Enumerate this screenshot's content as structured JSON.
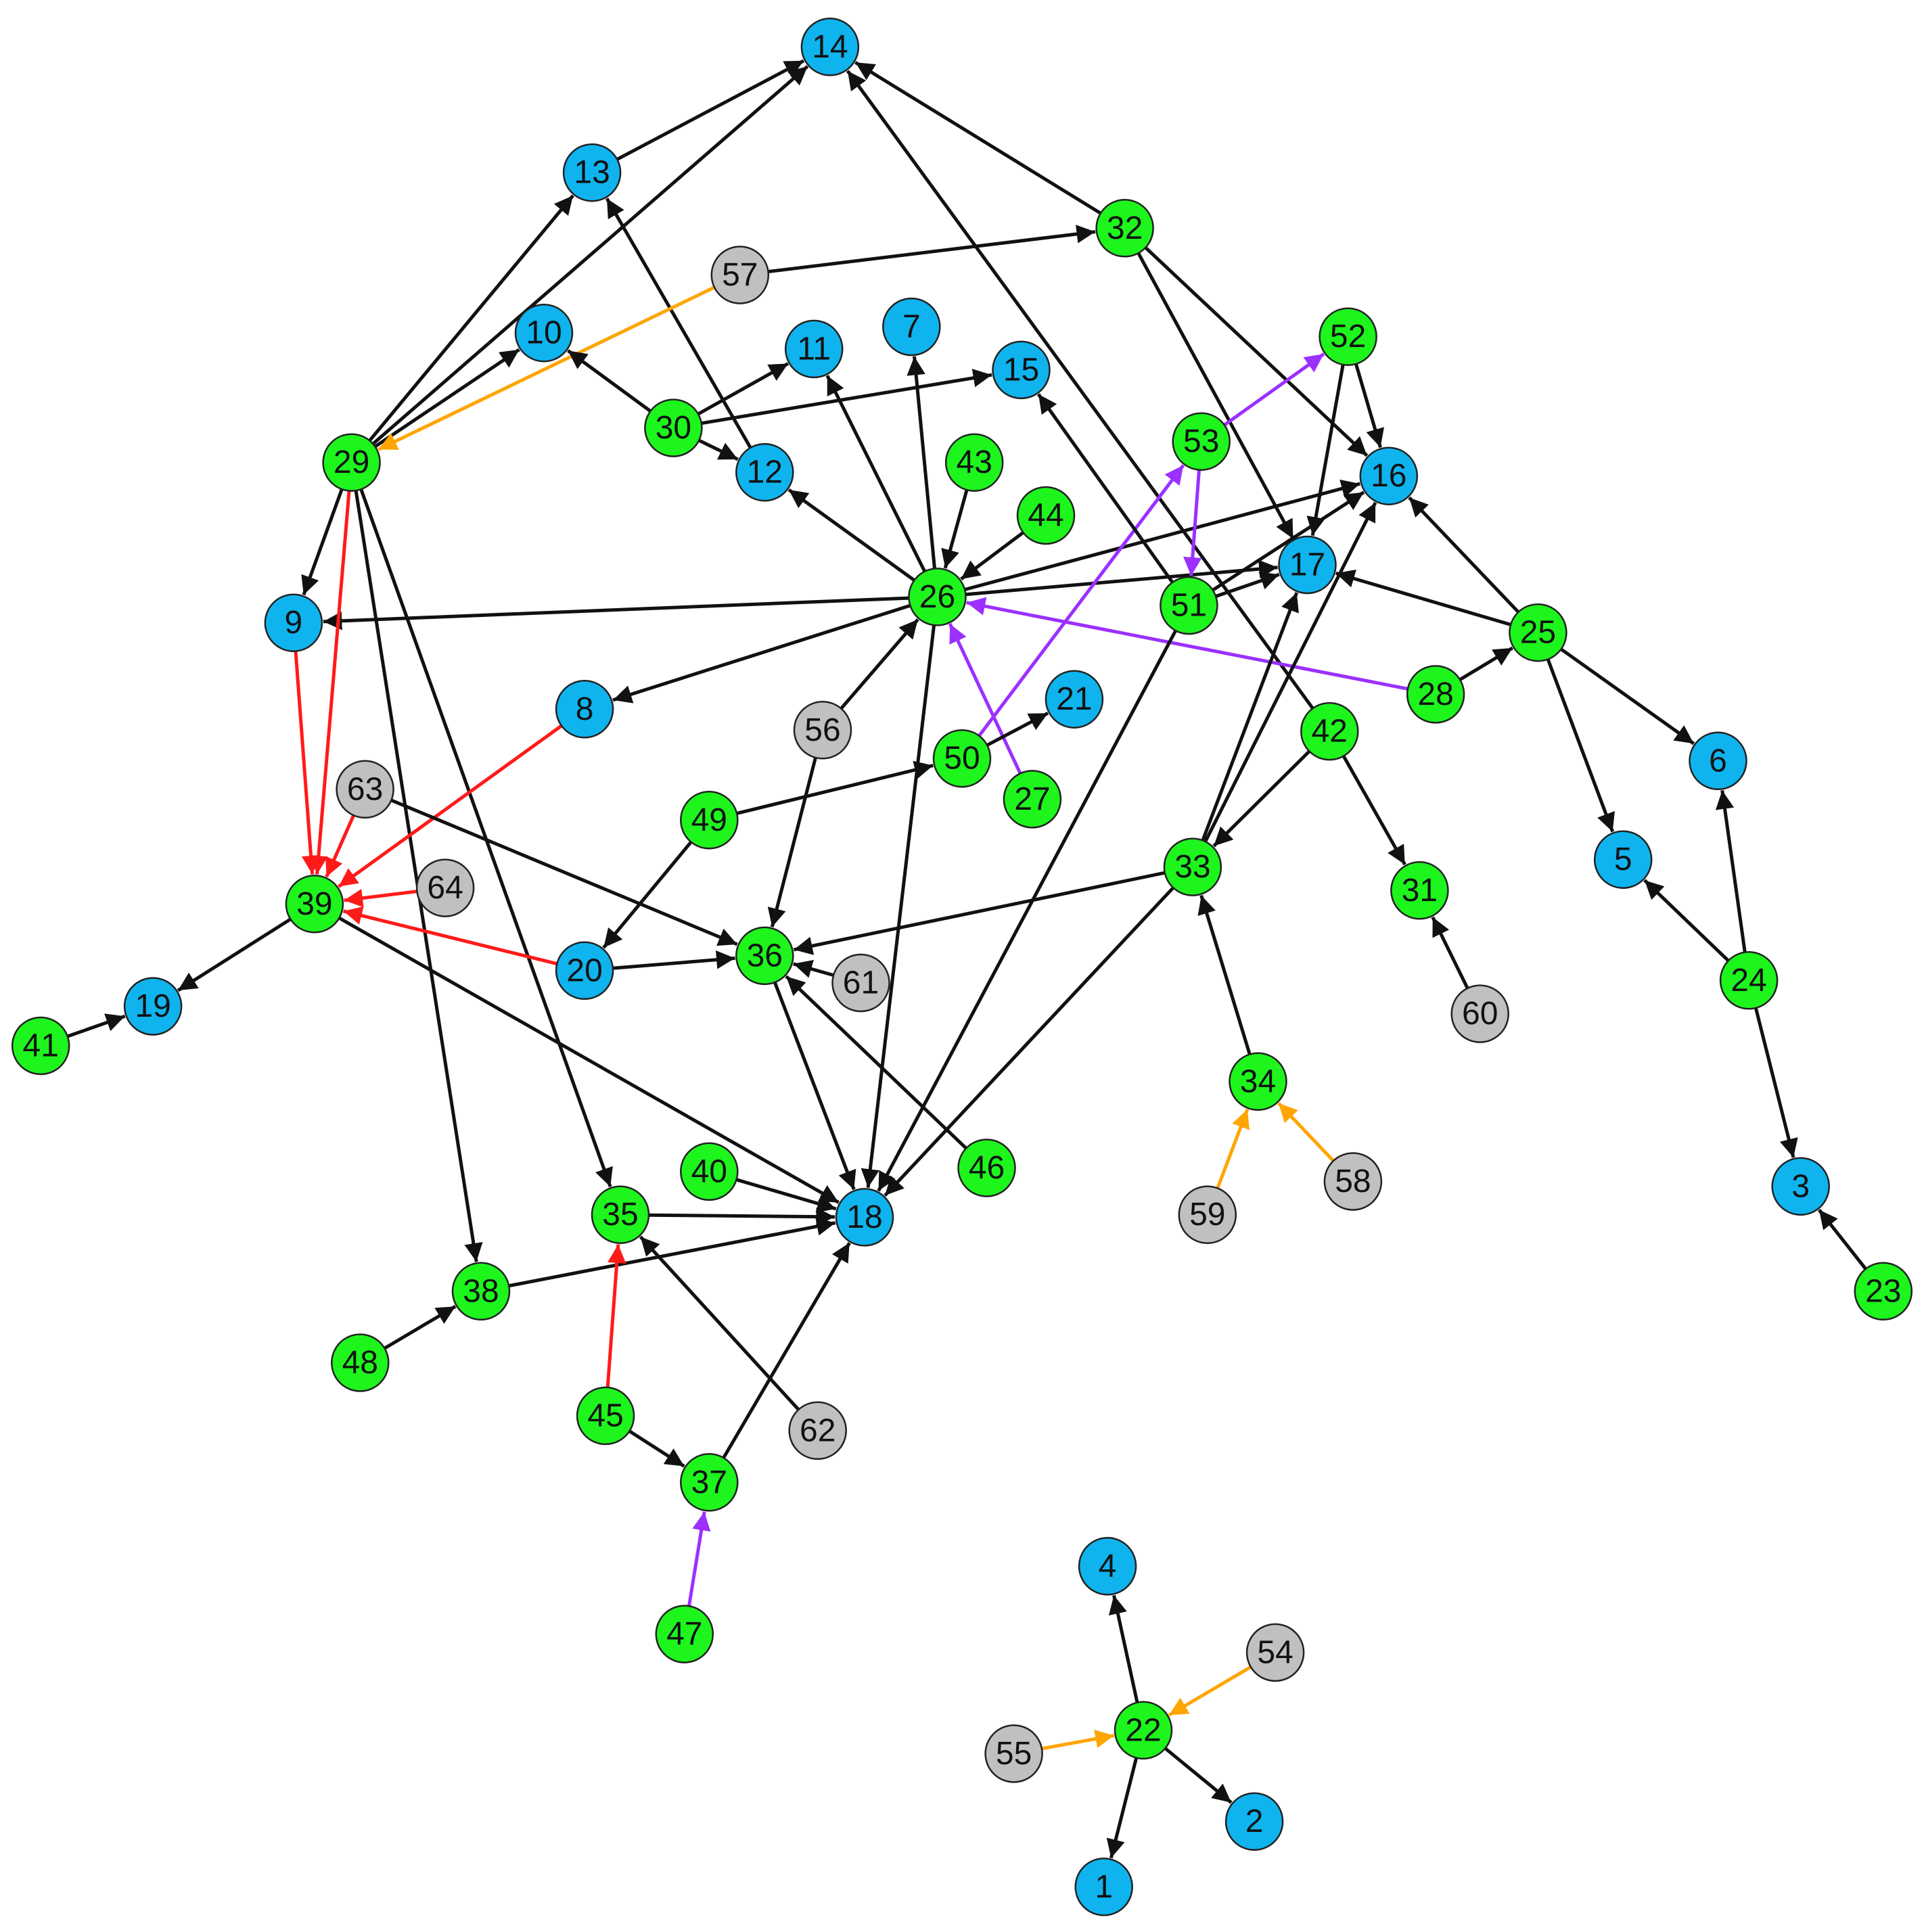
{
  "colors": {
    "group_green": "#1df51d",
    "group_blue": "#0fb4ef",
    "group_gray": "#c0c0c0",
    "edge_black": "#111111",
    "edge_red": "#ff1a1a",
    "edge_orange": "#ffa500",
    "edge_purple": "#9b30ff",
    "node_stroke": "#222222"
  },
  "nodes": [
    {
      "id": "1",
      "group": "blue"
    },
    {
      "id": "2",
      "group": "blue"
    },
    {
      "id": "3",
      "group": "blue"
    },
    {
      "id": "4",
      "group": "blue"
    },
    {
      "id": "5",
      "group": "blue"
    },
    {
      "id": "6",
      "group": "blue"
    },
    {
      "id": "7",
      "group": "blue"
    },
    {
      "id": "8",
      "group": "blue"
    },
    {
      "id": "9",
      "group": "blue"
    },
    {
      "id": "10",
      "group": "blue"
    },
    {
      "id": "11",
      "group": "blue"
    },
    {
      "id": "12",
      "group": "blue"
    },
    {
      "id": "13",
      "group": "blue"
    },
    {
      "id": "14",
      "group": "blue"
    },
    {
      "id": "15",
      "group": "blue"
    },
    {
      "id": "16",
      "group": "blue"
    },
    {
      "id": "17",
      "group": "blue"
    },
    {
      "id": "18",
      "group": "blue"
    },
    {
      "id": "19",
      "group": "blue"
    },
    {
      "id": "20",
      "group": "blue"
    },
    {
      "id": "21",
      "group": "blue"
    },
    {
      "id": "22",
      "group": "green"
    },
    {
      "id": "23",
      "group": "green"
    },
    {
      "id": "24",
      "group": "green"
    },
    {
      "id": "25",
      "group": "green"
    },
    {
      "id": "26",
      "group": "green"
    },
    {
      "id": "27",
      "group": "green"
    },
    {
      "id": "28",
      "group": "green"
    },
    {
      "id": "29",
      "group": "green"
    },
    {
      "id": "30",
      "group": "green"
    },
    {
      "id": "31",
      "group": "green"
    },
    {
      "id": "32",
      "group": "green"
    },
    {
      "id": "33",
      "group": "green"
    },
    {
      "id": "34",
      "group": "green"
    },
    {
      "id": "35",
      "group": "green"
    },
    {
      "id": "36",
      "group": "green"
    },
    {
      "id": "37",
      "group": "green"
    },
    {
      "id": "38",
      "group": "green"
    },
    {
      "id": "39",
      "group": "green"
    },
    {
      "id": "40",
      "group": "green"
    },
    {
      "id": "41",
      "group": "green"
    },
    {
      "id": "42",
      "group": "green"
    },
    {
      "id": "43",
      "group": "green"
    },
    {
      "id": "44",
      "group": "green"
    },
    {
      "id": "45",
      "group": "green"
    },
    {
      "id": "46",
      "group": "green"
    },
    {
      "id": "47",
      "group": "green"
    },
    {
      "id": "48",
      "group": "green"
    },
    {
      "id": "49",
      "group": "green"
    },
    {
      "id": "50",
      "group": "green"
    },
    {
      "id": "51",
      "group": "green"
    },
    {
      "id": "52",
      "group": "green"
    },
    {
      "id": "53",
      "group": "green"
    },
    {
      "id": "54",
      "group": "gray"
    },
    {
      "id": "55",
      "group": "gray"
    },
    {
      "id": "56",
      "group": "gray"
    },
    {
      "id": "57",
      "group": "gray"
    },
    {
      "id": "58",
      "group": "gray"
    },
    {
      "id": "59",
      "group": "gray"
    },
    {
      "id": "60",
      "group": "gray"
    },
    {
      "id": "61",
      "group": "gray"
    },
    {
      "id": "62",
      "group": "gray"
    },
    {
      "id": "63",
      "group": "gray"
    },
    {
      "id": "64",
      "group": "gray"
    }
  ],
  "edges": [
    {
      "from": "13",
      "to": "14",
      "color": "black"
    },
    {
      "from": "32",
      "to": "14",
      "color": "black"
    },
    {
      "from": "29",
      "to": "14",
      "color": "black"
    },
    {
      "from": "42",
      "to": "14",
      "color": "black"
    },
    {
      "from": "29",
      "to": "13",
      "color": "black"
    },
    {
      "from": "12",
      "to": "13",
      "color": "black"
    },
    {
      "from": "29",
      "to": "10",
      "color": "black"
    },
    {
      "from": "57",
      "to": "32",
      "color": "black"
    },
    {
      "from": "57",
      "to": "29",
      "color": "orange"
    },
    {
      "from": "30",
      "to": "10",
      "color": "black"
    },
    {
      "from": "30",
      "to": "11",
      "color": "black"
    },
    {
      "from": "30",
      "to": "15",
      "color": "black"
    },
    {
      "from": "30",
      "to": "12",
      "color": "black"
    },
    {
      "from": "26",
      "to": "7",
      "color": "black"
    },
    {
      "from": "26",
      "to": "11",
      "color": "black"
    },
    {
      "from": "26",
      "to": "12",
      "color": "black"
    },
    {
      "from": "26",
      "to": "16",
      "color": "black"
    },
    {
      "from": "26",
      "to": "17",
      "color": "black"
    },
    {
      "from": "26",
      "to": "9",
      "color": "black"
    },
    {
      "from": "26",
      "to": "8",
      "color": "black"
    },
    {
      "from": "26",
      "to": "18",
      "color": "black"
    },
    {
      "from": "43",
      "to": "26",
      "color": "black"
    },
    {
      "from": "44",
      "to": "26",
      "color": "black"
    },
    {
      "from": "56",
      "to": "26",
      "color": "black"
    },
    {
      "from": "56",
      "to": "36",
      "color": "black"
    },
    {
      "from": "27",
      "to": "26",
      "color": "purple"
    },
    {
      "from": "28",
      "to": "26",
      "color": "purple"
    },
    {
      "from": "28",
      "to": "25",
      "color": "black"
    },
    {
      "from": "32",
      "to": "16",
      "color": "black"
    },
    {
      "from": "32",
      "to": "17",
      "color": "black"
    },
    {
      "from": "52",
      "to": "16",
      "color": "black"
    },
    {
      "from": "52",
      "to": "17",
      "color": "black"
    },
    {
      "from": "53",
      "to": "52",
      "color": "purple"
    },
    {
      "from": "53",
      "to": "51",
      "color": "purple"
    },
    {
      "from": "50",
      "to": "53",
      "color": "purple"
    },
    {
      "from": "51",
      "to": "15",
      "color": "black"
    },
    {
      "from": "51",
      "to": "16",
      "color": "black"
    },
    {
      "from": "51",
      "to": "17",
      "color": "black"
    },
    {
      "from": "51",
      "to": "18",
      "color": "black"
    },
    {
      "from": "25",
      "to": "16",
      "color": "black"
    },
    {
      "from": "25",
      "to": "17",
      "color": "black"
    },
    {
      "from": "25",
      "to": "6",
      "color": "black"
    },
    {
      "from": "25",
      "to": "5",
      "color": "black"
    },
    {
      "from": "24",
      "to": "5",
      "color": "black"
    },
    {
      "from": "24",
      "to": "6",
      "color": "black"
    },
    {
      "from": "24",
      "to": "3",
      "color": "black"
    },
    {
      "from": "23",
      "to": "3",
      "color": "black"
    },
    {
      "from": "42",
      "to": "33",
      "color": "black"
    },
    {
      "from": "42",
      "to": "31",
      "color": "black"
    },
    {
      "from": "60",
      "to": "31",
      "color": "black"
    },
    {
      "from": "33",
      "to": "17",
      "color": "black"
    },
    {
      "from": "33",
      "to": "16",
      "color": "black"
    },
    {
      "from": "33",
      "to": "36",
      "color": "black"
    },
    {
      "from": "33",
      "to": "18",
      "color": "black"
    },
    {
      "from": "34",
      "to": "33",
      "color": "black"
    },
    {
      "from": "59",
      "to": "34",
      "color": "orange"
    },
    {
      "from": "58",
      "to": "34",
      "color": "orange"
    },
    {
      "from": "50",
      "to": "21",
      "color": "black"
    },
    {
      "from": "49",
      "to": "50",
      "color": "black"
    },
    {
      "from": "49",
      "to": "20",
      "color": "black"
    },
    {
      "from": "29",
      "to": "9",
      "color": "black"
    },
    {
      "from": "29",
      "to": "39",
      "color": "red"
    },
    {
      "from": "29",
      "to": "38",
      "color": "black"
    },
    {
      "from": "29",
      "to": "35",
      "color": "black"
    },
    {
      "from": "9",
      "to": "39",
      "color": "red"
    },
    {
      "from": "8",
      "to": "39",
      "color": "red"
    },
    {
      "from": "63",
      "to": "39",
      "color": "red"
    },
    {
      "from": "64",
      "to": "39",
      "color": "red"
    },
    {
      "from": "20",
      "to": "39",
      "color": "red"
    },
    {
      "from": "63",
      "to": "36",
      "color": "black"
    },
    {
      "from": "20",
      "to": "36",
      "color": "black"
    },
    {
      "from": "61",
      "to": "36",
      "color": "black"
    },
    {
      "from": "46",
      "to": "36",
      "color": "black"
    },
    {
      "from": "36",
      "to": "18",
      "color": "black"
    },
    {
      "from": "39",
      "to": "19",
      "color": "black"
    },
    {
      "from": "39",
      "to": "18",
      "color": "black"
    },
    {
      "from": "41",
      "to": "19",
      "color": "black"
    },
    {
      "from": "40",
      "to": "18",
      "color": "black"
    },
    {
      "from": "35",
      "to": "18",
      "color": "black"
    },
    {
      "from": "38",
      "to": "18",
      "color": "black"
    },
    {
      "from": "37",
      "to": "18",
      "color": "black"
    },
    {
      "from": "48",
      "to": "38",
      "color": "black"
    },
    {
      "from": "45",
      "to": "35",
      "color": "red"
    },
    {
      "from": "45",
      "to": "37",
      "color": "black"
    },
    {
      "from": "62",
      "to": "35",
      "color": "black"
    },
    {
      "from": "47",
      "to": "37",
      "color": "purple"
    },
    {
      "from": "22",
      "to": "4",
      "color": "black"
    },
    {
      "from": "22",
      "to": "2",
      "color": "black"
    },
    {
      "from": "22",
      "to": "1",
      "color": "black"
    },
    {
      "from": "54",
      "to": "22",
      "color": "orange"
    },
    {
      "from": "55",
      "to": "22",
      "color": "orange"
    }
  ]
}
